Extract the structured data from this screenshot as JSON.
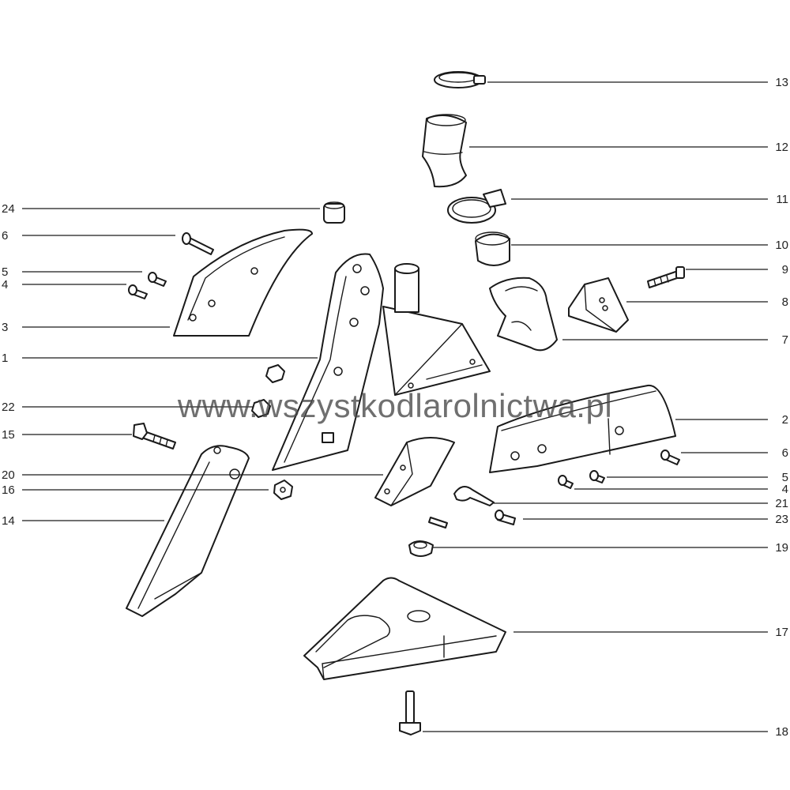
{
  "watermark": "www.wszystkodlarolnictwa.pl",
  "callouts_left": [
    {
      "id": "24",
      "label": "24"
    },
    {
      "id": "6a",
      "label": "6"
    },
    {
      "id": "5a",
      "label": "5"
    },
    {
      "id": "4a",
      "label": "4"
    },
    {
      "id": "3",
      "label": "3"
    },
    {
      "id": "1",
      "label": "1"
    },
    {
      "id": "22",
      "label": "22"
    },
    {
      "id": "15",
      "label": "15"
    },
    {
      "id": "20",
      "label": "20"
    },
    {
      "id": "16",
      "label": "16"
    },
    {
      "id": "14",
      "label": "14"
    }
  ],
  "callouts_right": [
    {
      "id": "13",
      "label": "13"
    },
    {
      "id": "12",
      "label": "12"
    },
    {
      "id": "11",
      "label": "11"
    },
    {
      "id": "10",
      "label": "10"
    },
    {
      "id": "9",
      "label": "9"
    },
    {
      "id": "8",
      "label": "8"
    },
    {
      "id": "7",
      "label": "7"
    },
    {
      "id": "2",
      "label": "2"
    },
    {
      "id": "6b",
      "label": "6"
    },
    {
      "id": "5b",
      "label": "5"
    },
    {
      "id": "4b",
      "label": "4"
    },
    {
      "id": "21",
      "label": "21"
    },
    {
      "id": "23",
      "label": "23"
    },
    {
      "id": "19",
      "label": "19"
    },
    {
      "id": "17",
      "label": "17"
    },
    {
      "id": "18",
      "label": "18"
    }
  ]
}
